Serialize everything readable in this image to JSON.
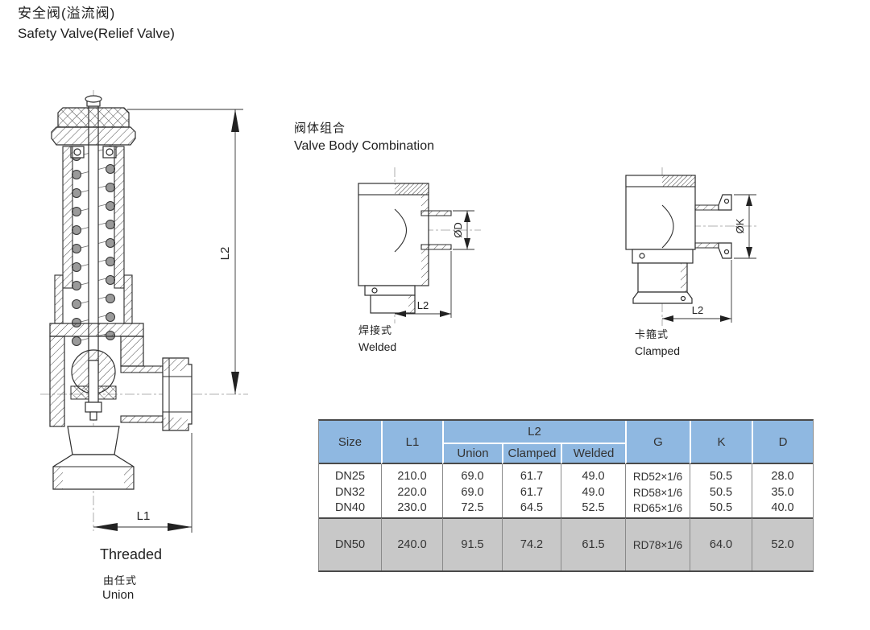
{
  "page": {
    "title_zh": "安全阀(溢流阀)",
    "title_en": "Safety Valve(Relief Valve)"
  },
  "main_drawing": {
    "dim_l2_label": "L2",
    "dim_l1_label": "L1",
    "caption": "Threaded",
    "caption_zh": "由任式",
    "caption_en": "Union"
  },
  "combination": {
    "heading_zh": "阀体组合",
    "heading_en": "Valve Body Combination",
    "welded": {
      "dim_d_label": "ØD",
      "dim_l2_label": "L2",
      "caption_zh": "焊接式",
      "caption_en": "Welded"
    },
    "clamped": {
      "dim_k_label": "ØK",
      "dim_l2_label": "L2",
      "caption_zh": "卡箍式",
      "caption_en": "Clamped"
    }
  },
  "table": {
    "header": {
      "size": "Size",
      "l1": "L1",
      "l2": "L2",
      "union": "Union",
      "clamped": "Clamped",
      "welded": "Welded",
      "g": "G",
      "k": "K",
      "d": "D"
    },
    "rows": [
      {
        "size": "DN25",
        "l1": "210.0",
        "l2_union": "69.0",
        "l2_clamped": "61.7",
        "l2_welded": "49.0",
        "g": "RD52×1/6",
        "k": "50.5",
        "d": "28.0"
      },
      {
        "size": "DN32",
        "l1": "220.0",
        "l2_union": "69.0",
        "l2_clamped": "61.7",
        "l2_welded": "49.0",
        "g": "RD58×1/6",
        "k": "50.5",
        "d": "35.0"
      },
      {
        "size": "DN40",
        "l1": "230.0",
        "l2_union": "72.5",
        "l2_clamped": "64.5",
        "l2_welded": "52.5",
        "g": "RD65×1/6",
        "k": "50.5",
        "d": "40.0"
      },
      {
        "size": "DN50",
        "l1": "240.0",
        "l2_union": "91.5",
        "l2_clamped": "74.2",
        "l2_welded": "61.5",
        "g": "RD78×1/6",
        "k": "64.0",
        "d": "52.0"
      }
    ],
    "colors": {
      "header_bg": "#8fb8e1",
      "highlight_row_bg": "#c8c8c8",
      "grid_dark": "#4a4a4a",
      "grid_gray": "#8a8a8a"
    }
  }
}
